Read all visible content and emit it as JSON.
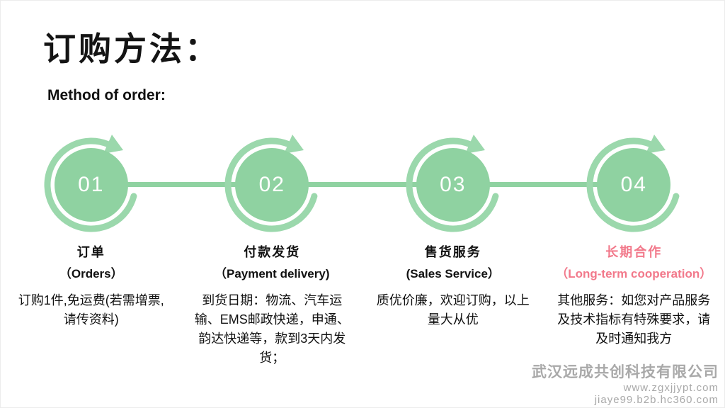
{
  "title": "订购方法：",
  "subtitle": "Method of order:",
  "steps": [
    {
      "number": "01",
      "title_zh": "订单",
      "title_en": "（Orders）",
      "desc": "订购1件,免运费(若需增票,请传资料)"
    },
    {
      "number": "02",
      "title_zh": "付款发货",
      "title_en": "（Payment delivery)",
      "desc": "到货日期：物流、汽车运输、EMS邮政快递，申通、韵达快递等，款到3天内发货；"
    },
    {
      "number": "03",
      "title_zh": "售货服务",
      "title_en": "(Sales Service）",
      "desc": "质优价廉，欢迎订购，以上量大从优"
    },
    {
      "number": "04",
      "title_zh": "长期合作",
      "title_en": "（Long-term cooperation）",
      "desc": "其他服务：如您对产品服务及技术指标有特殊要求，请及时通知我方"
    }
  ],
  "watermark": {
    "company": "武汉远成共创科技有限公司",
    "site": "www.zgxjjypt.com",
    "shop": "jiaye99.b2b.hc360.com"
  },
  "colors": {
    "step_green": "#8FD2A1",
    "ring_green": "#9BD8AC",
    "highlight_pink": "#F2798B"
  }
}
